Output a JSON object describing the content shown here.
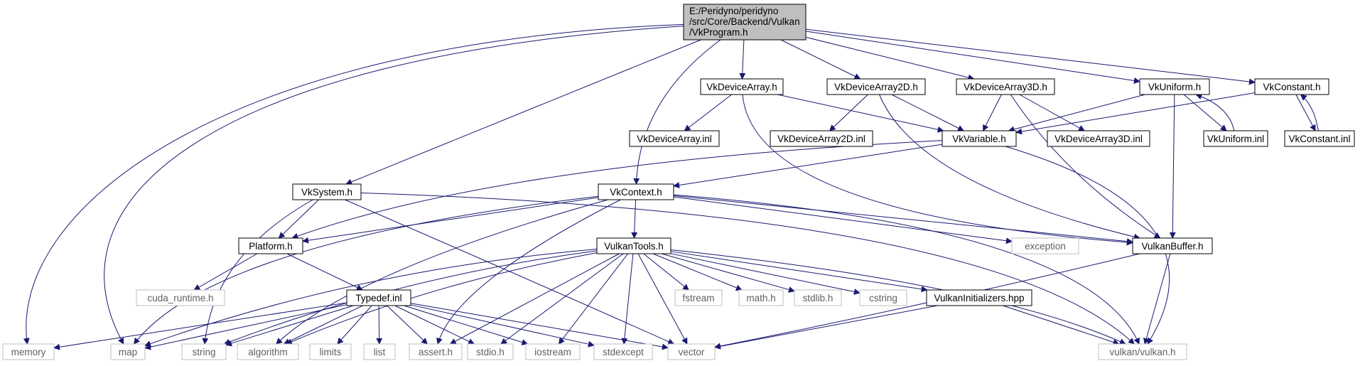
{
  "root": {
    "label_lines": [
      "E:/Peridyno/peridyno",
      "/src/Core/Backend/Vulkan",
      "/VkProgram.h"
    ],
    "fill": "#bfbfbf"
  },
  "colors": {
    "edge": "#191970",
    "node_border": "#000000",
    "external_border": "#bfbfbf",
    "external_text": "#606060"
  },
  "nodes": {
    "vkdevicearray": "VkDeviceArray.h",
    "vkdevicearray2d": "VkDeviceArray2D.h",
    "vkdevicearray3d": "VkDeviceArray3D.h",
    "vkuniform": "VkUniform.h",
    "vkconstant": "VkConstant.h",
    "vkdevicearray_inl": "VkDeviceArray.inl",
    "vkdevicearray2d_inl": "VkDeviceArray2D.inl",
    "vkvariable": "VkVariable.h",
    "vkdevicearray3d_inl": "VkDeviceArray3D.inl",
    "vkuniform_inl": "VkUniform.inl",
    "vkconstant_inl": "VkConstant.inl",
    "vksystem": "VkSystem.h",
    "vkcontext": "VkContext.h",
    "platform": "Platform.h",
    "vulkantools": "VulkanTools.h",
    "exception": "exception",
    "vulkanbuffer": "VulkanBuffer.h",
    "cuda_runtime": "cuda_runtime.h",
    "typedef_inl": "Typedef.inl",
    "fstream": "fstream",
    "math": "math.h",
    "stdlib": "stdlib.h",
    "cstring": "cstring",
    "vulkaninitializers": "VulkanInitializers.hpp",
    "memory": "memory",
    "map": "map",
    "string": "string",
    "algorithm": "algorithm",
    "limits": "limits",
    "list": "list",
    "assert": "assert.h",
    "stdio": "stdio.h",
    "iostream": "iostream",
    "stdexcept": "stdexcept",
    "vector": "vector",
    "vulkan": "vulkan/vulkan.h"
  }
}
